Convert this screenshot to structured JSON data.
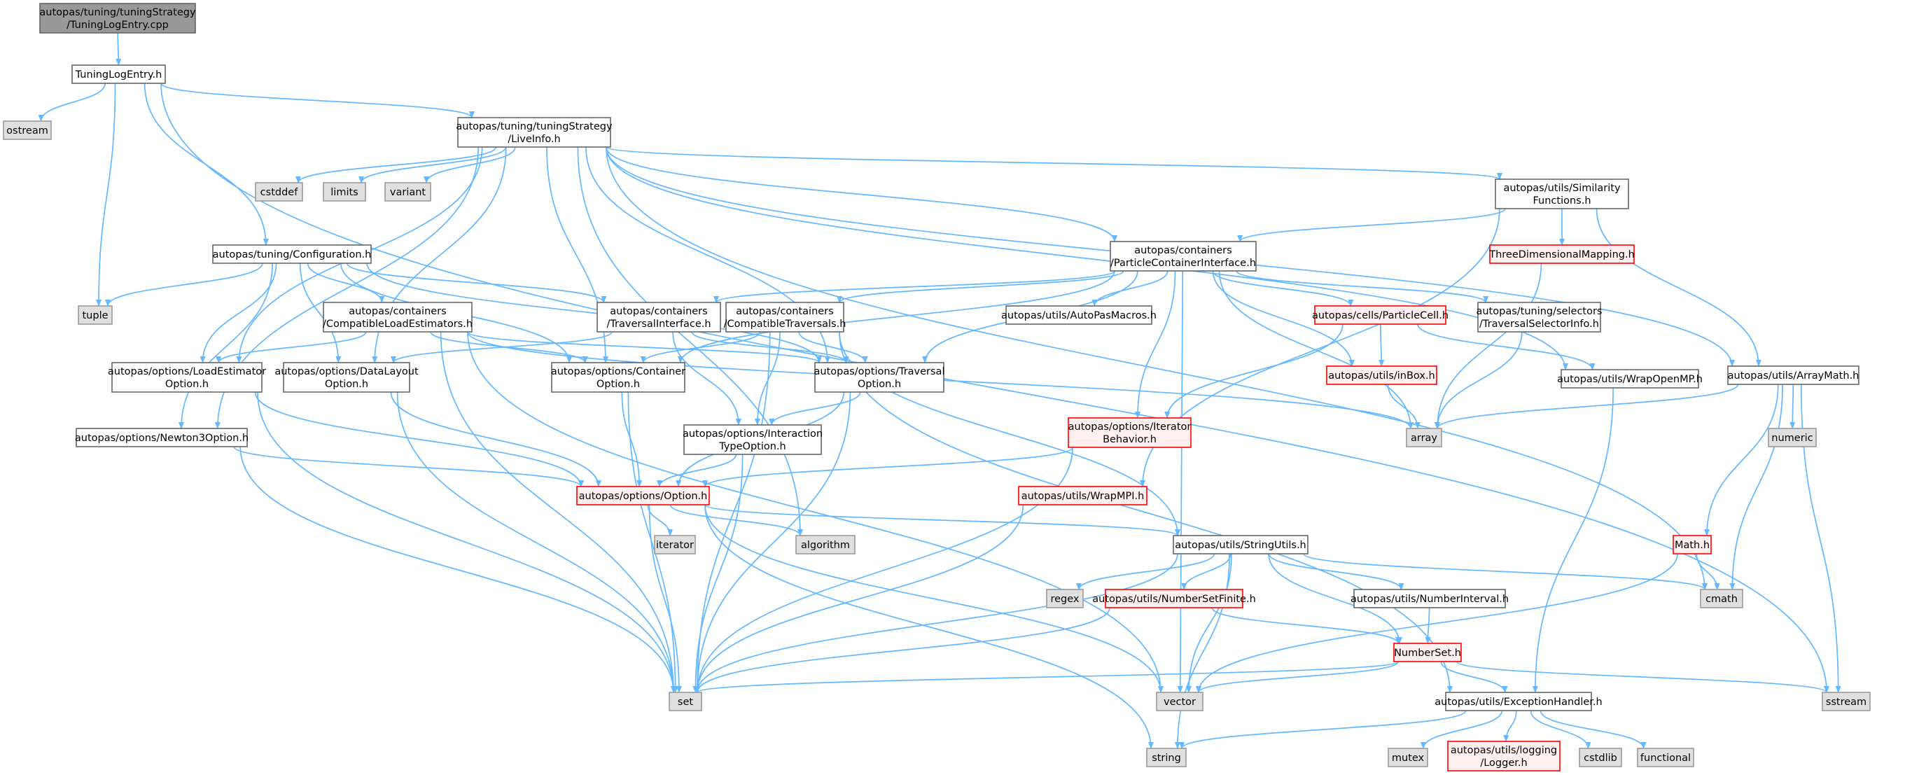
{
  "colors": {
    "root_fill": "#999999",
    "normal_border": "#666666",
    "missing_fill": "#e0e0e0",
    "missing_border": "#999999",
    "truncated_fill": "#fff0f0",
    "truncated_border": "#ff0000",
    "edge": "#63b8ff"
  },
  "nodes": [
    {
      "id": "root",
      "kind": "root",
      "lines": [
        "autopas/tuning/tuningStrategy",
        "/TuningLogEntry.cpp"
      ]
    },
    {
      "id": "tle",
      "kind": "normal",
      "lines": [
        "TuningLogEntry.h"
      ]
    },
    {
      "id": "ostream",
      "kind": "missing",
      "lines": [
        "ostream"
      ]
    },
    {
      "id": "liveinfo",
      "kind": "normal",
      "lines": [
        "autopas/tuning/tuningStrategy",
        "/LiveInfo.h"
      ]
    },
    {
      "id": "cstddef",
      "kind": "missing",
      "lines": [
        "cstddef"
      ]
    },
    {
      "id": "limits",
      "kind": "missing",
      "lines": [
        "limits"
      ]
    },
    {
      "id": "variant",
      "kind": "missing",
      "lines": [
        "variant"
      ]
    },
    {
      "id": "simfunc",
      "kind": "normal",
      "lines": [
        "autopas/utils/Similarity",
        "Functions.h"
      ]
    },
    {
      "id": "config",
      "kind": "normal",
      "lines": [
        "autopas/tuning/Configuration.h"
      ]
    },
    {
      "id": "pci",
      "kind": "normal",
      "lines": [
        "autopas/containers",
        "/ParticleContainerInterface.h"
      ]
    },
    {
      "id": "tdm",
      "kind": "truncated",
      "lines": [
        "ThreeDimensionalMapping.h"
      ]
    },
    {
      "id": "tuple",
      "kind": "missing",
      "lines": [
        "tuple"
      ]
    },
    {
      "id": "cle",
      "kind": "normal",
      "lines": [
        "autopas/containers",
        "/CompatibleLoadEstimators.h"
      ]
    },
    {
      "id": "travif",
      "kind": "normal",
      "lines": [
        "autopas/containers",
        "/TraversalInterface.h"
      ]
    },
    {
      "id": "comptrav",
      "kind": "normal",
      "lines": [
        "autopas/containers",
        "/CompatibleTraversals.h"
      ]
    },
    {
      "id": "macros",
      "kind": "normal",
      "lines": [
        "autopas/utils/AutoPasMacros.h"
      ]
    },
    {
      "id": "pcell",
      "kind": "truncated",
      "lines": [
        "autopas/cells/ParticleCell.h"
      ]
    },
    {
      "id": "tsi",
      "kind": "normal",
      "lines": [
        "autopas/tuning/selectors",
        "/TraversalSelectorInfo.h"
      ]
    },
    {
      "id": "leo",
      "kind": "normal",
      "lines": [
        "autopas/options/LoadEstimator",
        "Option.h"
      ]
    },
    {
      "id": "dlo",
      "kind": "normal",
      "lines": [
        "autopas/options/DataLayout",
        "Option.h"
      ]
    },
    {
      "id": "co",
      "kind": "normal",
      "lines": [
        "autopas/options/Container",
        "Option.h"
      ]
    },
    {
      "id": "to",
      "kind": "normal",
      "lines": [
        "autopas/options/Traversal",
        "Option.h"
      ]
    },
    {
      "id": "inbox",
      "kind": "truncated",
      "lines": [
        "autopas/utils/inBox.h"
      ]
    },
    {
      "id": "womp",
      "kind": "normal",
      "lines": [
        "autopas/utils/WrapOpenMP.h"
      ]
    },
    {
      "id": "amath",
      "kind": "normal",
      "lines": [
        "autopas/utils/ArrayMath.h"
      ]
    },
    {
      "id": "n3o",
      "kind": "normal",
      "lines": [
        "autopas/options/Newton3Option.h"
      ]
    },
    {
      "id": "ito",
      "kind": "normal",
      "lines": [
        "autopas/options/Interaction",
        "TypeOption.h"
      ]
    },
    {
      "id": "iterb",
      "kind": "truncated",
      "lines": [
        "autopas/options/Iterator",
        "Behavior.h"
      ]
    },
    {
      "id": "array",
      "kind": "missing",
      "lines": [
        "array"
      ]
    },
    {
      "id": "numeric",
      "kind": "missing",
      "lines": [
        "numeric"
      ]
    },
    {
      "id": "option",
      "kind": "truncated",
      "lines": [
        "autopas/options/Option.h"
      ]
    },
    {
      "id": "wmpi",
      "kind": "truncated",
      "lines": [
        "autopas/utils/WrapMPI.h"
      ]
    },
    {
      "id": "math",
      "kind": "truncated",
      "lines": [
        "Math.h"
      ]
    },
    {
      "id": "iterator",
      "kind": "missing",
      "lines": [
        "iterator"
      ]
    },
    {
      "id": "algorithm",
      "kind": "missing",
      "lines": [
        "algorithm"
      ]
    },
    {
      "id": "strutils",
      "kind": "normal",
      "lines": [
        "autopas/utils/StringUtils.h"
      ]
    },
    {
      "id": "regex",
      "kind": "missing",
      "lines": [
        "regex"
      ]
    },
    {
      "id": "nsf",
      "kind": "truncated",
      "lines": [
        "autopas/utils/NumberSetFinite.h"
      ]
    },
    {
      "id": "ni",
      "kind": "normal",
      "lines": [
        "autopas/utils/NumberInterval.h"
      ]
    },
    {
      "id": "cmath",
      "kind": "missing",
      "lines": [
        "cmath"
      ]
    },
    {
      "id": "ns",
      "kind": "truncated",
      "lines": [
        "NumberSet.h"
      ]
    },
    {
      "id": "set",
      "kind": "missing",
      "lines": [
        "set"
      ]
    },
    {
      "id": "vector",
      "kind": "missing",
      "lines": [
        "vector"
      ]
    },
    {
      "id": "eh",
      "kind": "normal",
      "lines": [
        "autopas/utils/ExceptionHandler.h"
      ]
    },
    {
      "id": "sstream",
      "kind": "missing",
      "lines": [
        "sstream"
      ]
    },
    {
      "id": "string",
      "kind": "missing",
      "lines": [
        "string"
      ]
    },
    {
      "id": "mutex",
      "kind": "missing",
      "lines": [
        "mutex"
      ]
    },
    {
      "id": "logger",
      "kind": "truncated",
      "lines": [
        "autopas/utils/logging",
        "/Logger.h"
      ]
    },
    {
      "id": "cstdlib",
      "kind": "missing",
      "lines": [
        "cstdlib"
      ]
    },
    {
      "id": "functional",
      "kind": "missing",
      "lines": [
        "functional"
      ]
    }
  ],
  "edges": [
    [
      "root",
      "tle"
    ],
    [
      "tle",
      "ostream"
    ],
    [
      "tle",
      "liveinfo"
    ],
    [
      "tle",
      "config"
    ],
    [
      "tle",
      "tuple"
    ],
    [
      "tle",
      "sstream"
    ],
    [
      "liveinfo",
      "cstddef"
    ],
    [
      "liveinfo",
      "limits"
    ],
    [
      "liveinfo",
      "variant"
    ],
    [
      "liveinfo",
      "simfunc"
    ],
    [
      "liveinfo",
      "pci"
    ],
    [
      "liveinfo",
      "leo"
    ],
    [
      "liveinfo",
      "dlo"
    ],
    [
      "liveinfo",
      "co"
    ],
    [
      "liveinfo",
      "to"
    ],
    [
      "liveinfo",
      "n3o"
    ],
    [
      "liveinfo",
      "womp"
    ],
    [
      "liveinfo",
      "amath"
    ],
    [
      "liveinfo",
      "algorithm"
    ],
    [
      "liveinfo",
      "cmath"
    ],
    [
      "simfunc",
      "pci"
    ],
    [
      "simfunc",
      "tdm"
    ],
    [
      "simfunc",
      "amath"
    ],
    [
      "simfunc",
      "wmpi"
    ],
    [
      "tdm",
      "array"
    ],
    [
      "config",
      "tuple"
    ],
    [
      "config",
      "cle"
    ],
    [
      "config",
      "leo"
    ],
    [
      "config",
      "dlo"
    ],
    [
      "config",
      "co"
    ],
    [
      "config",
      "to"
    ],
    [
      "config",
      "n3o"
    ],
    [
      "config",
      "travif"
    ],
    [
      "pci",
      "travif"
    ],
    [
      "pci",
      "comptrav"
    ],
    [
      "pci",
      "macros"
    ],
    [
      "pci",
      "pcell"
    ],
    [
      "pci",
      "tsi"
    ],
    [
      "pci",
      "co"
    ],
    [
      "pci",
      "to"
    ],
    [
      "pci",
      "iterb"
    ],
    [
      "pci",
      "inbox"
    ],
    [
      "pci",
      "array"
    ],
    [
      "pci",
      "vector"
    ],
    [
      "cle",
      "leo"
    ],
    [
      "cle",
      "co"
    ],
    [
      "cle",
      "to"
    ],
    [
      "cle",
      "set"
    ],
    [
      "cle",
      "vector"
    ],
    [
      "cle",
      "array"
    ],
    [
      "travif",
      "dlo"
    ],
    [
      "travif",
      "to"
    ],
    [
      "travif",
      "ito"
    ],
    [
      "comptrav",
      "co"
    ],
    [
      "comptrav",
      "to"
    ],
    [
      "comptrav",
      "ito"
    ],
    [
      "comptrav",
      "set"
    ],
    [
      "comptrav",
      "strutils"
    ],
    [
      "comptrav",
      "eh"
    ],
    [
      "pcell",
      "inbox"
    ],
    [
      "pcell",
      "iterb"
    ],
    [
      "pcell",
      "womp"
    ],
    [
      "tsi",
      "array"
    ],
    [
      "leo",
      "option"
    ],
    [
      "leo",
      "set"
    ],
    [
      "dlo",
      "option"
    ],
    [
      "dlo",
      "set"
    ],
    [
      "co",
      "option"
    ],
    [
      "co",
      "set"
    ],
    [
      "to",
      "option"
    ],
    [
      "to",
      "set"
    ],
    [
      "to",
      "ito"
    ],
    [
      "inbox",
      "array"
    ],
    [
      "womp",
      "eh"
    ],
    [
      "amath",
      "array"
    ],
    [
      "amath",
      "numeric"
    ],
    [
      "amath",
      "math"
    ],
    [
      "amath",
      "cmath"
    ],
    [
      "amath",
      "sstream"
    ],
    [
      "n3o",
      "option"
    ],
    [
      "n3o",
      "set"
    ],
    [
      "ito",
      "option"
    ],
    [
      "ito",
      "set"
    ],
    [
      "iterb",
      "option"
    ],
    [
      "iterb",
      "set"
    ],
    [
      "option",
      "iterator"
    ],
    [
      "option",
      "algorithm"
    ],
    [
      "option",
      "strutils"
    ],
    [
      "option",
      "set"
    ],
    [
      "option",
      "vector"
    ],
    [
      "option",
      "string"
    ],
    [
      "wmpi",
      "set"
    ],
    [
      "math",
      "cmath"
    ],
    [
      "math",
      "vector"
    ],
    [
      "strutils",
      "regex"
    ],
    [
      "strutils",
      "nsf"
    ],
    [
      "strutils",
      "ni"
    ],
    [
      "strutils",
      "cmath"
    ],
    [
      "strutils",
      "ns"
    ],
    [
      "strutils",
      "set"
    ],
    [
      "strutils",
      "vector"
    ],
    [
      "strutils",
      "string"
    ],
    [
      "nsf",
      "set"
    ],
    [
      "nsf",
      "ns"
    ],
    [
      "ni",
      "ns"
    ],
    [
      "ns",
      "set"
    ],
    [
      "ns",
      "vector"
    ],
    [
      "ns",
      "eh"
    ],
    [
      "ns",
      "sstream"
    ],
    [
      "eh",
      "string"
    ],
    [
      "eh",
      "mutex"
    ],
    [
      "eh",
      "logger"
    ],
    [
      "eh",
      "cstdlib"
    ],
    [
      "eh",
      "functional"
    ]
  ]
}
